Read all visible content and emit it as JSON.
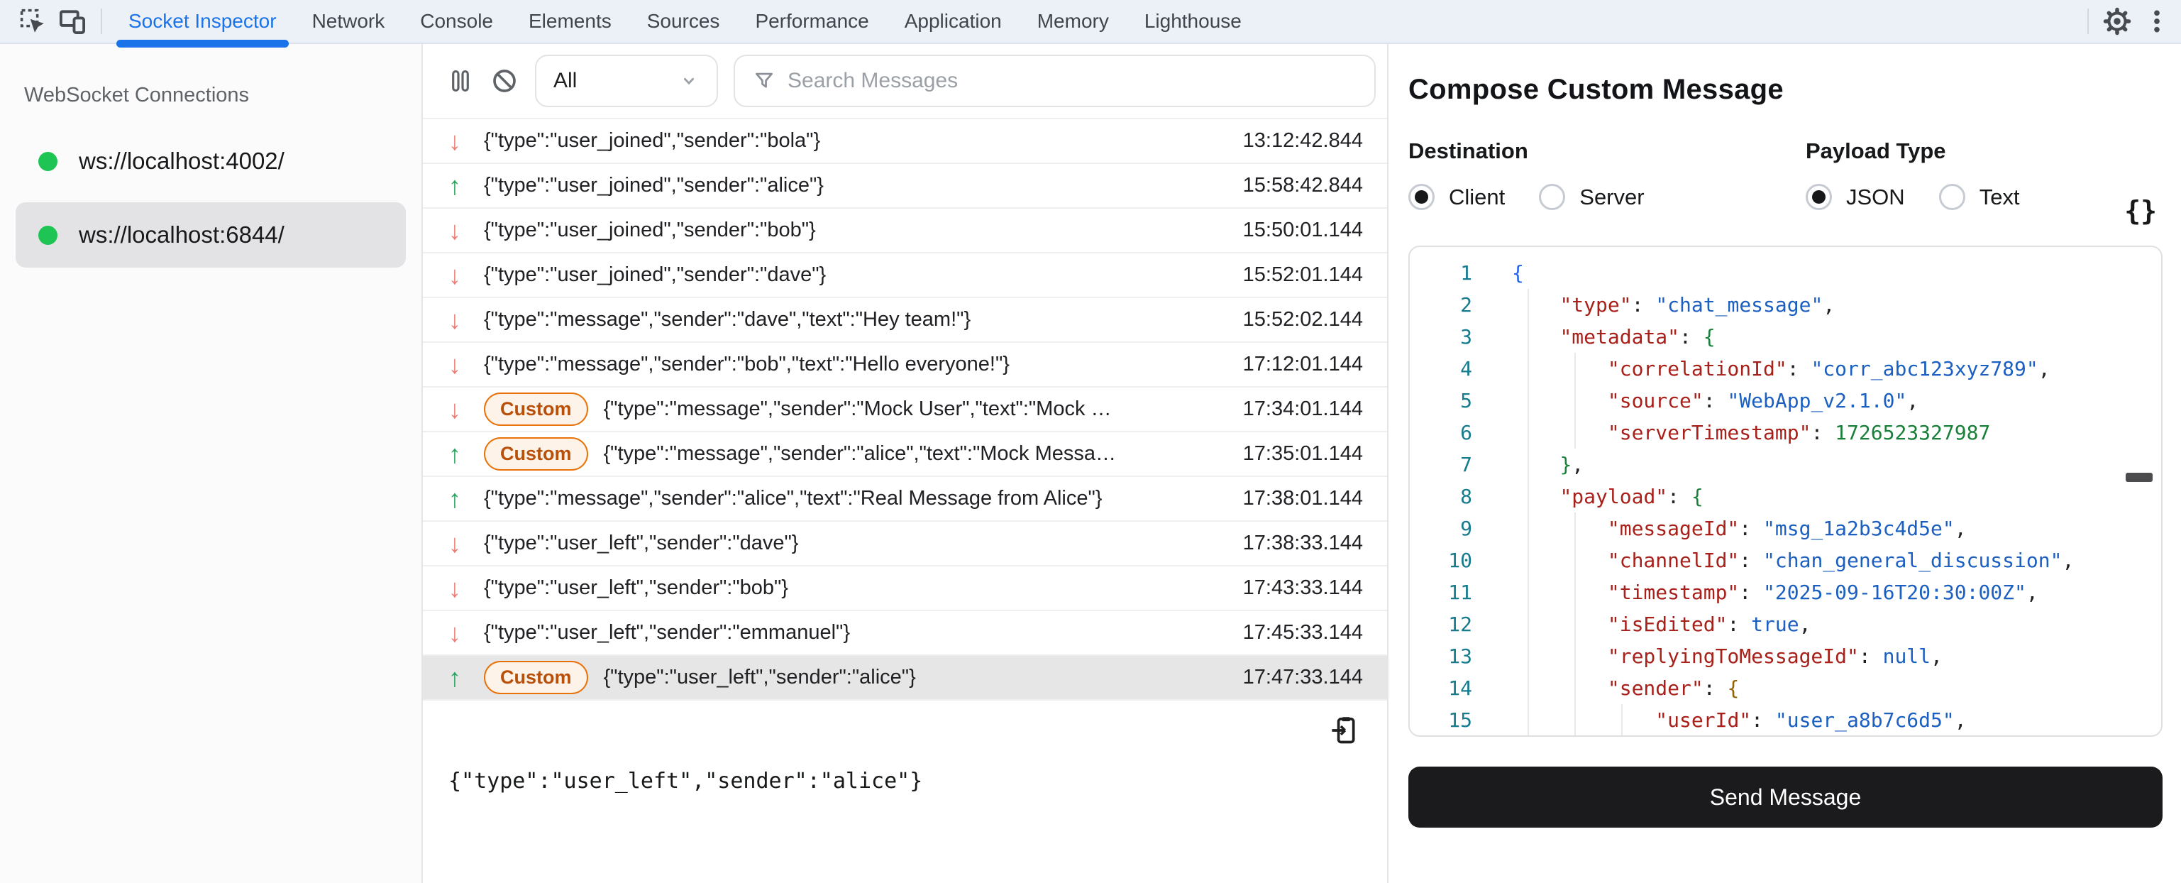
{
  "topbar": {
    "tabs": [
      {
        "label": "Socket Inspector",
        "active": true
      },
      {
        "label": "Network",
        "active": false
      },
      {
        "label": "Console",
        "active": false
      },
      {
        "label": "Elements",
        "active": false
      },
      {
        "label": "Sources",
        "active": false
      },
      {
        "label": "Performance",
        "active": false
      },
      {
        "label": "Application",
        "active": false
      },
      {
        "label": "Memory",
        "active": false
      },
      {
        "label": "Lighthouse",
        "active": false
      }
    ]
  },
  "sidebar": {
    "title": "WebSocket Connections",
    "connections": [
      {
        "url": "ws://localhost:4002/",
        "status": "connected",
        "selected": false
      },
      {
        "url": "ws://localhost:6844/",
        "status": "connected",
        "selected": true
      }
    ]
  },
  "messages": {
    "toolbar": {
      "filter_value": "All",
      "search_placeholder": "Search Messages"
    },
    "custom_badge_label": "Custom",
    "rows": [
      {
        "dir": "in",
        "custom": false,
        "text": "{\"type\":\"user_joined\",\"sender\":\"bola\"}",
        "time": "13:12:42.844",
        "selected": false
      },
      {
        "dir": "out",
        "custom": false,
        "text": "{\"type\":\"user_joined\",\"sender\":\"alice\"}",
        "time": "15:58:42.844",
        "selected": false
      },
      {
        "dir": "in",
        "custom": false,
        "text": "{\"type\":\"user_joined\",\"sender\":\"bob\"}",
        "time": "15:50:01.144",
        "selected": false
      },
      {
        "dir": "in",
        "custom": false,
        "text": "{\"type\":\"user_joined\",\"sender\":\"dave\"}",
        "time": "15:52:01.144",
        "selected": false
      },
      {
        "dir": "in",
        "custom": false,
        "text": "{\"type\":\"message\",\"sender\":\"dave\",\"text\":\"Hey team!\"}",
        "time": "15:52:02.144",
        "selected": false
      },
      {
        "dir": "in",
        "custom": false,
        "text": "{\"type\":\"message\",\"sender\":\"bob\",\"text\":\"Hello everyone!\"}",
        "time": "17:12:01.144",
        "selected": false
      },
      {
        "dir": "in",
        "custom": true,
        "text": "{\"type\":\"message\",\"sender\":\"Mock User\",\"text\":\"Mock …",
        "time": "17:34:01.144",
        "selected": false
      },
      {
        "dir": "out",
        "custom": true,
        "text": "{\"type\":\"message\",\"sender\":\"alice\",\"text\":\"Mock Messa…",
        "time": "17:35:01.144",
        "selected": false
      },
      {
        "dir": "out",
        "custom": false,
        "text": "{\"type\":\"message\",\"sender\":\"alice\",\"text\":\"Real Message from Alice\"}",
        "time": "17:38:01.144",
        "selected": false
      },
      {
        "dir": "in",
        "custom": false,
        "text": "{\"type\":\"user_left\",\"sender\":\"dave\"}",
        "time": "17:38:33.144",
        "selected": false
      },
      {
        "dir": "in",
        "custom": false,
        "text": "{\"type\":\"user_left\",\"sender\":\"bob\"}",
        "time": "17:43:33.144",
        "selected": false
      },
      {
        "dir": "in",
        "custom": false,
        "text": "{\"type\":\"user_left\",\"sender\":\"emmanuel\"}",
        "time": "17:45:33.144",
        "selected": false
      },
      {
        "dir": "out",
        "custom": true,
        "text": "{\"type\":\"user_left\",\"sender\":\"alice\"}",
        "time": "17:47:33.144",
        "selected": true
      }
    ],
    "detail_preview": "{\"type\":\"user_left\",\"sender\":\"alice\"}"
  },
  "compose": {
    "title": "Compose Custom Message",
    "destination": {
      "label": "Destination",
      "options": [
        {
          "label": "Client",
          "selected": true
        },
        {
          "label": "Server",
          "selected": false
        }
      ]
    },
    "payload_type": {
      "label": "Payload Type",
      "options": [
        {
          "label": "JSON",
          "selected": true
        },
        {
          "label": "Text",
          "selected": false
        }
      ]
    },
    "format_button_label": "{}",
    "editor": {
      "lines": [
        {
          "n": 1,
          "tokens": [
            [
              "{",
              "b1"
            ]
          ]
        },
        {
          "n": 2,
          "tokens": [
            [
              "    ",
              "p"
            ],
            [
              "\"type\"",
              "k"
            ],
            [
              ": ",
              "p"
            ],
            [
              "\"chat_message\"",
              "s"
            ],
            [
              ",",
              "p"
            ]
          ]
        },
        {
          "n": 3,
          "tokens": [
            [
              "    ",
              "p"
            ],
            [
              "\"metadata\"",
              "k"
            ],
            [
              ": ",
              "p"
            ],
            [
              "{",
              "b2"
            ]
          ]
        },
        {
          "n": 4,
          "tokens": [
            [
              "        ",
              "p"
            ],
            [
              "\"correlationId\"",
              "k"
            ],
            [
              ": ",
              "p"
            ],
            [
              "\"corr_abc123xyz789\"",
              "s"
            ],
            [
              ",",
              "p"
            ]
          ]
        },
        {
          "n": 5,
          "tokens": [
            [
              "        ",
              "p"
            ],
            [
              "\"source\"",
              "k"
            ],
            [
              ": ",
              "p"
            ],
            [
              "\"WebApp_v2.1.0\"",
              "s"
            ],
            [
              ",",
              "p"
            ]
          ]
        },
        {
          "n": 6,
          "tokens": [
            [
              "        ",
              "p"
            ],
            [
              "\"serverTimestamp\"",
              "k"
            ],
            [
              ": ",
              "p"
            ],
            [
              "1726523327987",
              "n"
            ]
          ]
        },
        {
          "n": 7,
          "tokens": [
            [
              "    ",
              "p"
            ],
            [
              "}",
              "b2"
            ],
            [
              ",",
              "p"
            ]
          ]
        },
        {
          "n": 8,
          "tokens": [
            [
              "    ",
              "p"
            ],
            [
              "\"payload\"",
              "k"
            ],
            [
              ": ",
              "p"
            ],
            [
              "{",
              "b2"
            ]
          ]
        },
        {
          "n": 9,
          "tokens": [
            [
              "        ",
              "p"
            ],
            [
              "\"messageId\"",
              "k"
            ],
            [
              ": ",
              "p"
            ],
            [
              "\"msg_1a2b3c4d5e\"",
              "s"
            ],
            [
              ",",
              "p"
            ]
          ]
        },
        {
          "n": 10,
          "tokens": [
            [
              "        ",
              "p"
            ],
            [
              "\"channelId\"",
              "k"
            ],
            [
              ": ",
              "p"
            ],
            [
              "\"chan_general_discussion\"",
              "s"
            ],
            [
              ",",
              "p"
            ]
          ]
        },
        {
          "n": 11,
          "tokens": [
            [
              "        ",
              "p"
            ],
            [
              "\"timestamp\"",
              "k"
            ],
            [
              ": ",
              "p"
            ],
            [
              "\"2025-09-16T20:30:00Z\"",
              "s"
            ],
            [
              ",",
              "p"
            ]
          ]
        },
        {
          "n": 12,
          "tokens": [
            [
              "        ",
              "p"
            ],
            [
              "\"isEdited\"",
              "k"
            ],
            [
              ": ",
              "p"
            ],
            [
              "true",
              "w"
            ],
            [
              ",",
              "p"
            ]
          ]
        },
        {
          "n": 13,
          "tokens": [
            [
              "        ",
              "p"
            ],
            [
              "\"replyingToMessageId\"",
              "k"
            ],
            [
              ": ",
              "p"
            ],
            [
              "null",
              "w"
            ],
            [
              ",",
              "p"
            ]
          ]
        },
        {
          "n": 14,
          "tokens": [
            [
              "        ",
              "p"
            ],
            [
              "\"sender\"",
              "k"
            ],
            [
              ": ",
              "p"
            ],
            [
              "{",
              "b3"
            ]
          ]
        },
        {
          "n": 15,
          "tokens": [
            [
              "            ",
              "p"
            ],
            [
              "\"userId\"",
              "k"
            ],
            [
              ": ",
              "p"
            ],
            [
              "\"user_a8b7c6d5\"",
              "s"
            ],
            [
              ",",
              "p"
            ]
          ]
        }
      ]
    },
    "send_button_label": "Send Message"
  },
  "colors": {
    "accent_blue": "#1a73e8",
    "green_dot": "#1ec454",
    "arrow_in": "#ee7b72",
    "arrow_out": "#27a35f",
    "custom_badge_border": "#e8710a",
    "custom_badge_text": "#b9500a",
    "custom_badge_bg": "#fdf3e8",
    "send_button_bg": "#1b1b1d",
    "syntax": {
      "key": "#a8201a",
      "string": "#1b5fc1",
      "number": "#188038",
      "keyword": "#1b5fc1",
      "brace1": "#2563eb",
      "brace2": "#188038",
      "brace3": "#946200",
      "line_number": "#167c8d"
    }
  }
}
